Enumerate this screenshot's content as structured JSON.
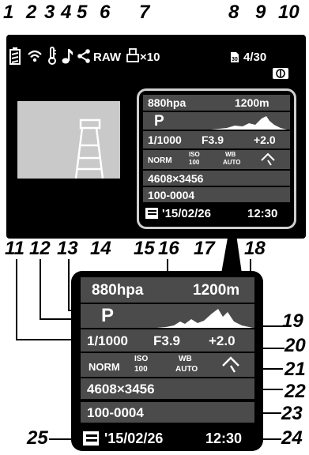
{
  "callouts_top": [
    "1",
    "2",
    "3",
    "4",
    "5",
    "6",
    "7",
    "8",
    "9",
    "10"
  ],
  "callouts_bottom": [
    "11",
    "12",
    "13",
    "14",
    "15",
    "16",
    "17",
    "18",
    "19",
    "20",
    "21",
    "22",
    "23",
    "24",
    "25"
  ],
  "top_bar": {
    "raw_label": "RAW",
    "print_label": "×10",
    "frame_count": "4/30"
  },
  "info": {
    "pressure": "880hpa",
    "altitude": "1200m",
    "mode": "P",
    "shutter": "1/1000",
    "aperture": "F3.9",
    "exposure_comp": "+2.0",
    "compression": "NORM",
    "iso_top": "ISO",
    "iso_val": "100",
    "wb_top": "WB",
    "wb_val": "AUTO",
    "resolution": "4608×3456",
    "file_number": "100-0004",
    "date": "'15/02/26",
    "time": "12:30"
  },
  "colors": {
    "panel_bg": "#000000",
    "row_bg": "#4b4b4b",
    "border": "#cfcfcf",
    "photo": "#c9c9c9"
  },
  "icons": [
    "battery-icon",
    "wifi-icon",
    "thermometer-icon",
    "music-note-icon",
    "share-icon",
    "print-icon",
    "sd-card-icon",
    "protect-icon",
    "snow-icon",
    "sequence-icon"
  ]
}
